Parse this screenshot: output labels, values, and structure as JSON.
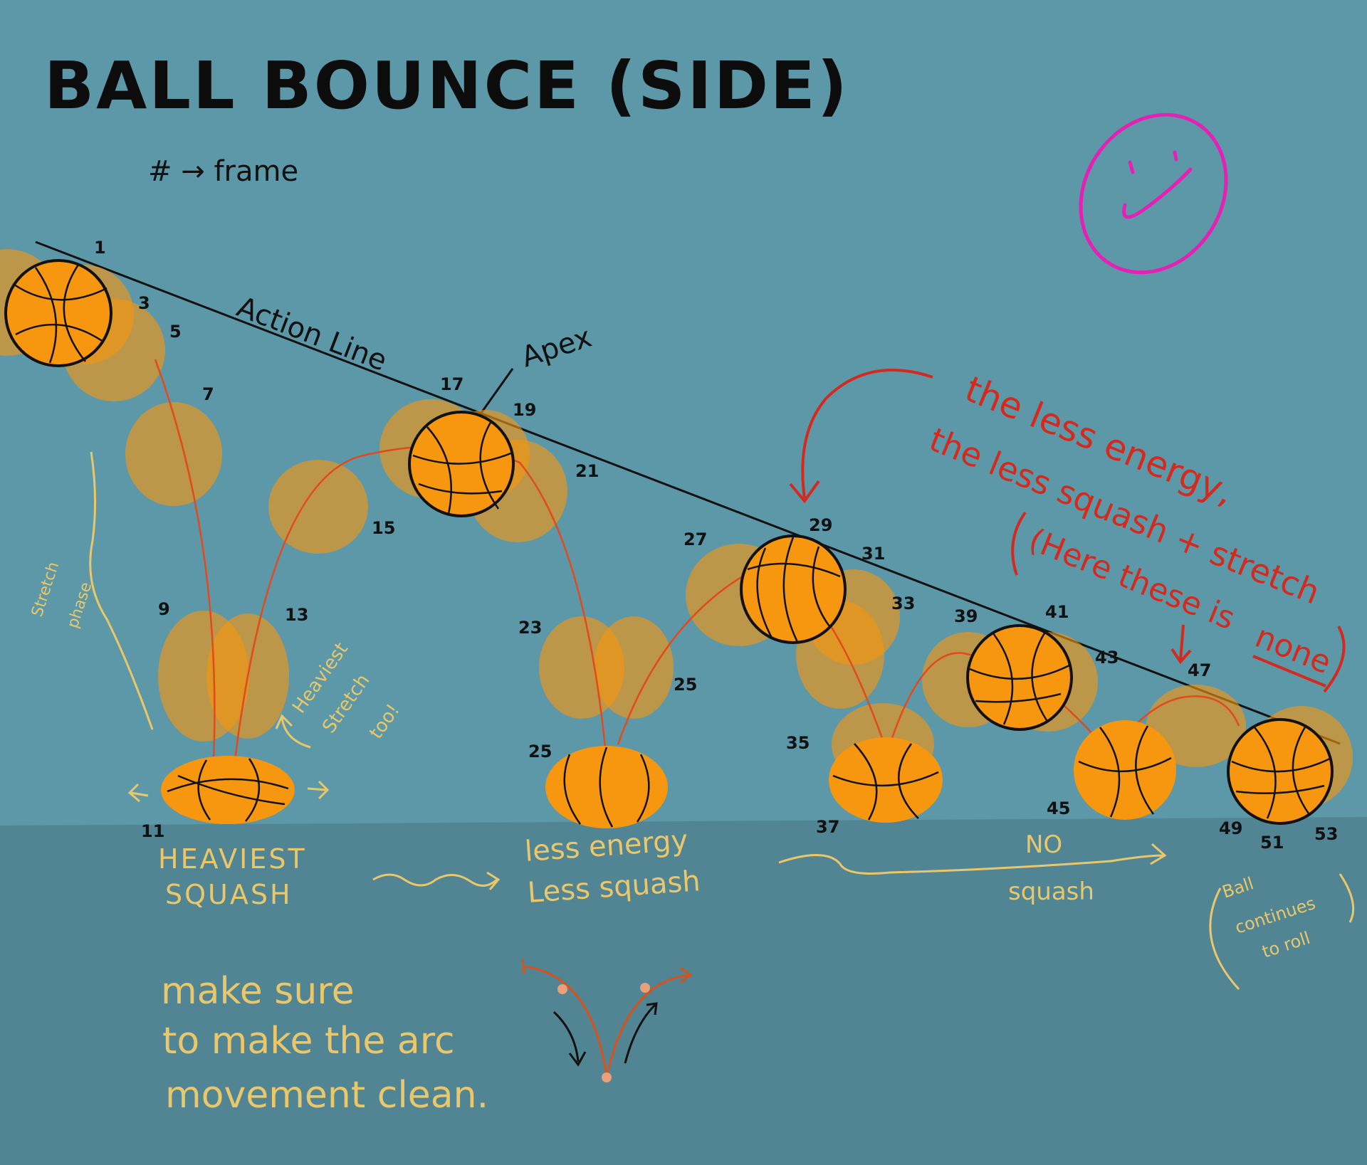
{
  "title": "BALL BOUNCE (SIDE)",
  "legend_text": "# → frame",
  "action_line_label": "Action Line",
  "apex_label": "Apex",
  "frames": [
    "1",
    "3",
    "5",
    "7",
    "9",
    "11",
    "13",
    "15",
    "17",
    "19",
    "21",
    "23",
    "25",
    "25",
    "27",
    "29",
    "31",
    "33",
    "35",
    "37",
    "39",
    "41",
    "43",
    "45",
    "47",
    "49",
    "51",
    "53"
  ],
  "notes": {
    "stretch_phase": [
      "Stretch",
      "phase"
    ],
    "heaviest_stretch": [
      "Heaviest",
      "Stretch",
      "too!"
    ],
    "heaviest_squash": [
      "HEAVIEST",
      "SQUASH"
    ],
    "less_energy": [
      "less energy",
      "Less squash"
    ],
    "no_squash": [
      "NO",
      "squash"
    ],
    "energy_note": [
      "the less energy,",
      "the less squash + stretch"
    ],
    "here_there": [
      "(Here these is",
      "none",
      ")"
    ],
    "ball_continues": [
      "Ball",
      "continues",
      "to roll"
    ],
    "arc_note": [
      "make sure",
      "to make the arc",
      "movement clean."
    ]
  },
  "colors": {
    "background": "#5d98a8",
    "floor": "#528593",
    "ball": "#f7960f",
    "ghost": "#f7960f",
    "red_ink": "#d42a1e",
    "yellow_ink": "#e9c76a",
    "smiley": "#e521b5",
    "ink": "#111111"
  },
  "icons": [
    "smiley-face-icon",
    "basketball-icon"
  ]
}
